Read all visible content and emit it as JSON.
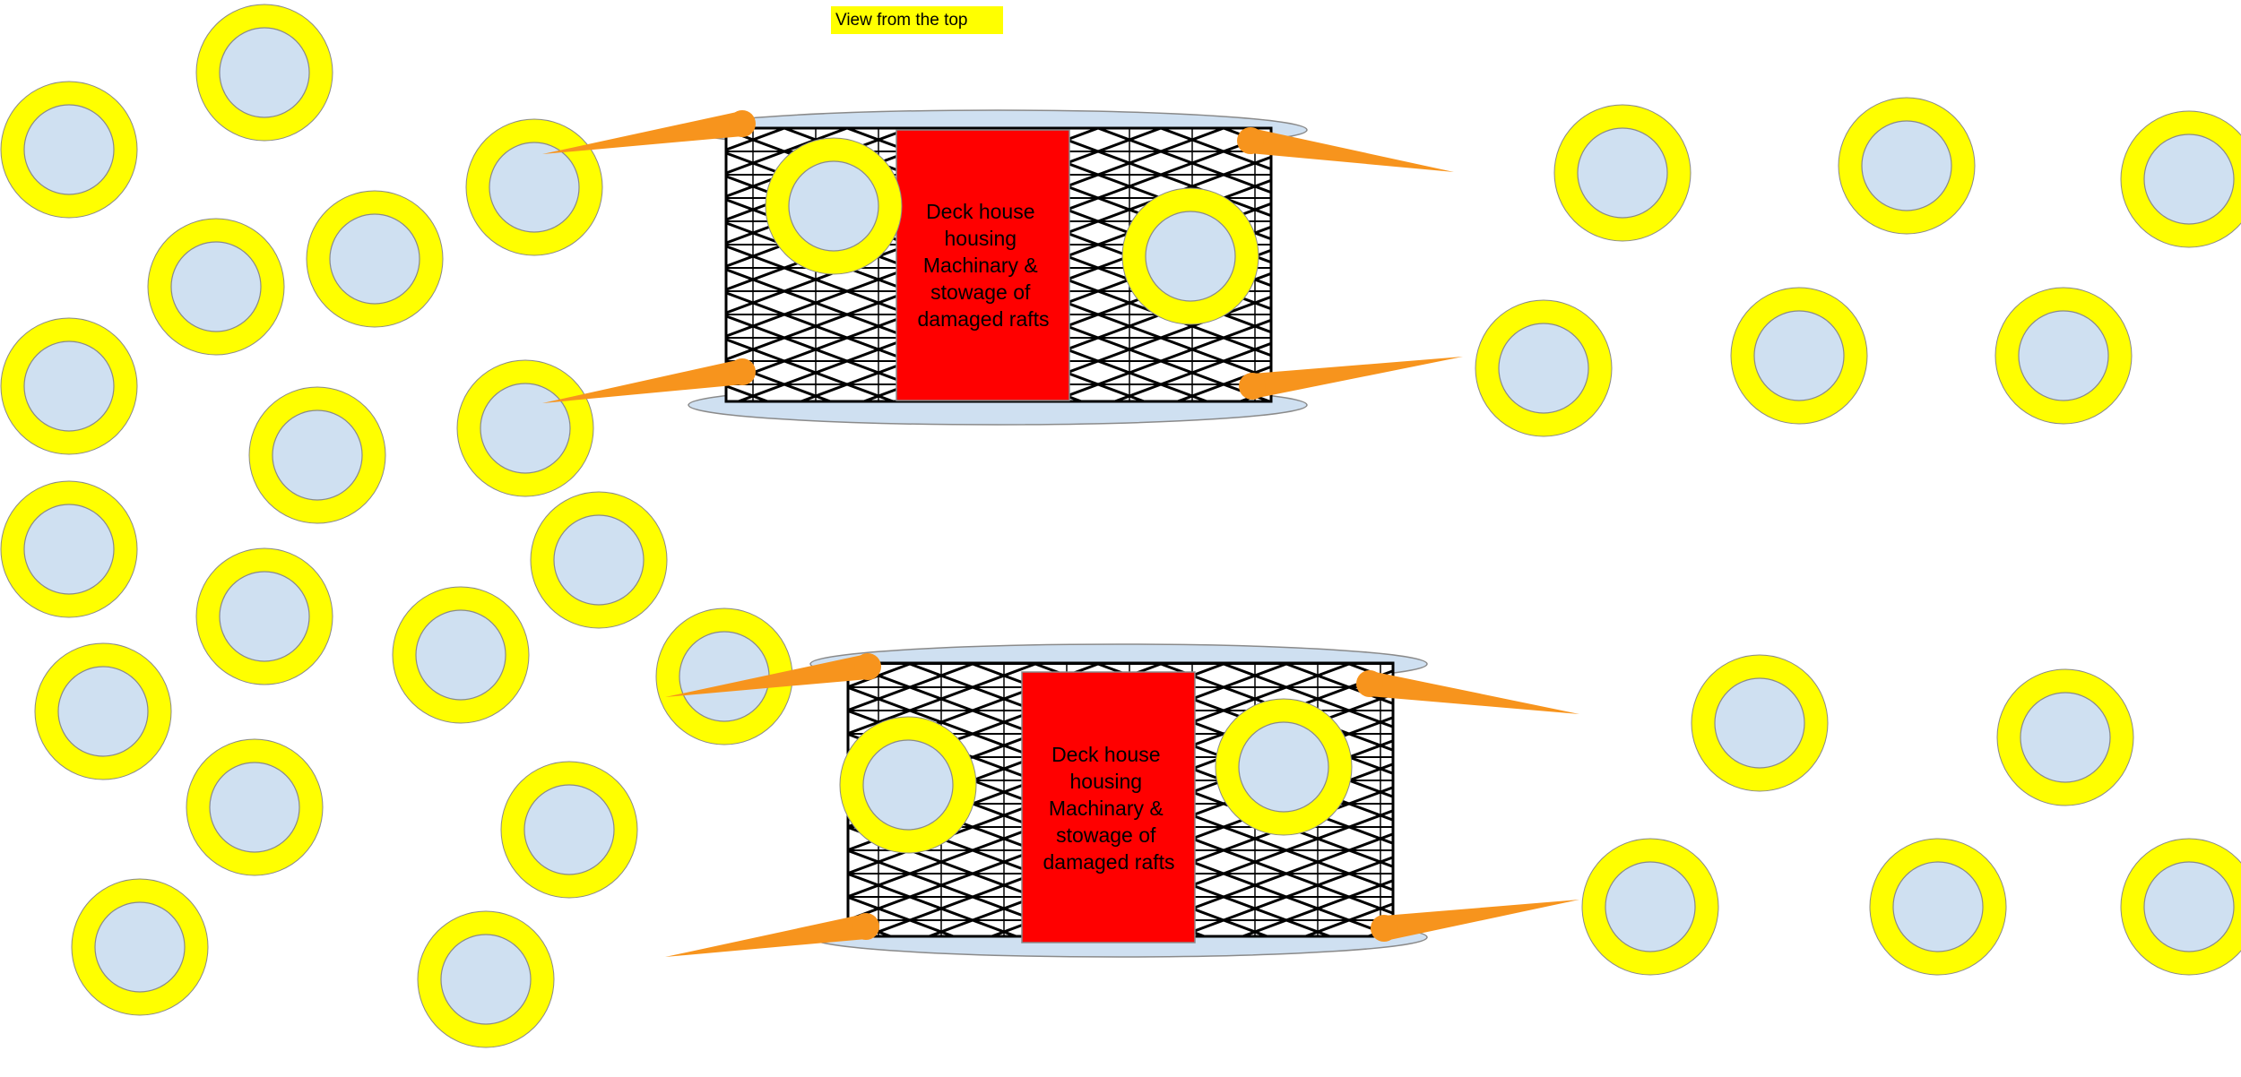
{
  "title": "View from the top",
  "deck_house_label": [
    "Deck house",
    "housing",
    "Machinary &",
    "stowage of",
    "damaged rafts"
  ],
  "colors": {
    "raft_outer": "#ffff00",
    "raft_inner": "#cfe0f1",
    "raft_stroke": "#8a8a8a",
    "deck_house": "#ff0000",
    "oval": "#cfe0f1",
    "net": "#000000",
    "rope": "#f7941d",
    "title_bg": "#ffff00"
  },
  "icons": [
    "life-raft-icon",
    "deck-house",
    "pontoon-oval",
    "cargo-net",
    "painter-line"
  ]
}
